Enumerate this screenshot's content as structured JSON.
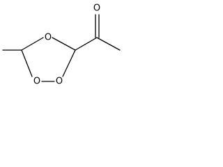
{
  "molecule": {
    "atoms": {
      "o_ring_top": "O",
      "o_ring_bottom_left": "O",
      "o_ring_bottom_right": "O",
      "o_carbonyl": "O"
    },
    "colors": {
      "bond": "#000000",
      "label": "#000000",
      "background": "#ffffff"
    }
  }
}
